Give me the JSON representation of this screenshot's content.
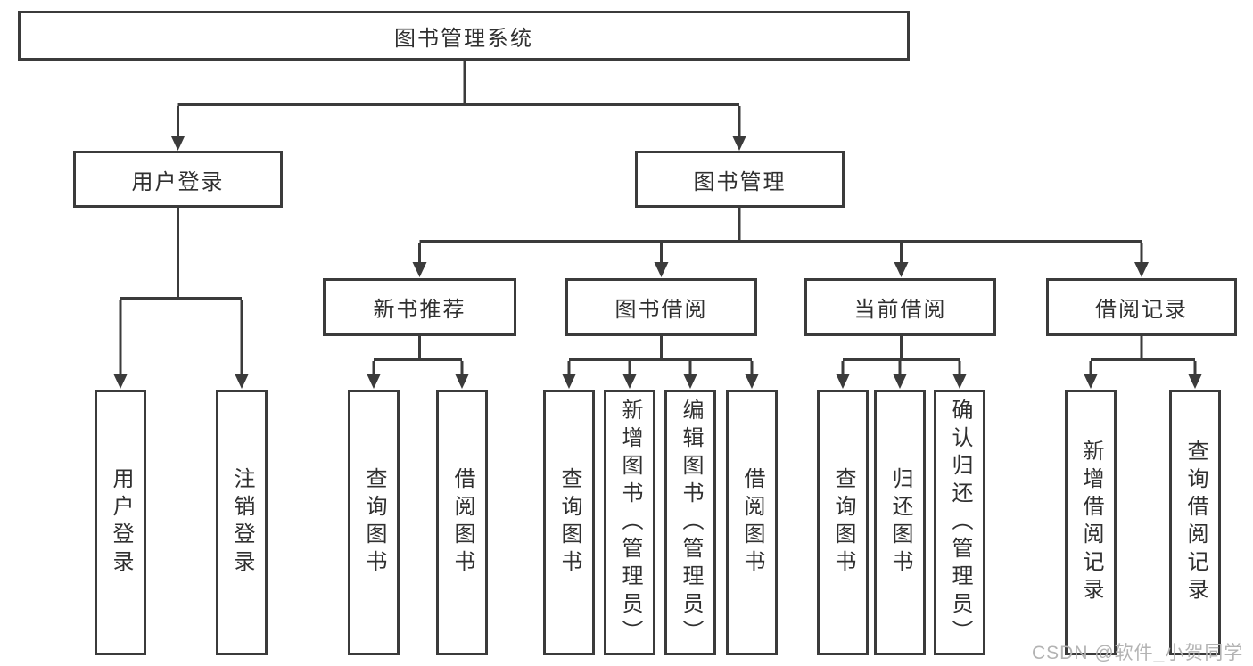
{
  "diagram": {
    "watermark": "CSDN @软件_小贺同学",
    "colors": {
      "line": "#3b3b3b",
      "text": "#303030",
      "box_background": "#ffffff",
      "watermark_text": "#b3b3b3"
    },
    "tree": {
      "label": "图书管理系统",
      "children": [
        {
          "label": "用户登录",
          "children": [
            {
              "label": "用户登录"
            },
            {
              "label": "注销登录"
            }
          ]
        },
        {
          "label": "图书管理",
          "children": [
            {
              "label": "新书推荐",
              "children": [
                {
                  "label": "查询图书"
                },
                {
                  "label": "借阅图书"
                }
              ]
            },
            {
              "label": "图书借阅",
              "children": [
                {
                  "label": "查询图书"
                },
                {
                  "label": "新增图书（管理员）"
                },
                {
                  "label": "编辑图书（管理员）"
                },
                {
                  "label": "借阅图书"
                }
              ]
            },
            {
              "label": "当前借阅",
              "children": [
                {
                  "label": "查询图书"
                },
                {
                  "label": "归还图书"
                },
                {
                  "label": "确认归还（管理员）"
                }
              ]
            },
            {
              "label": "借阅记录",
              "children": [
                {
                  "label": "新增借阅记录"
                },
                {
                  "label": "查询借阅记录"
                }
              ]
            }
          ]
        }
      ]
    }
  }
}
